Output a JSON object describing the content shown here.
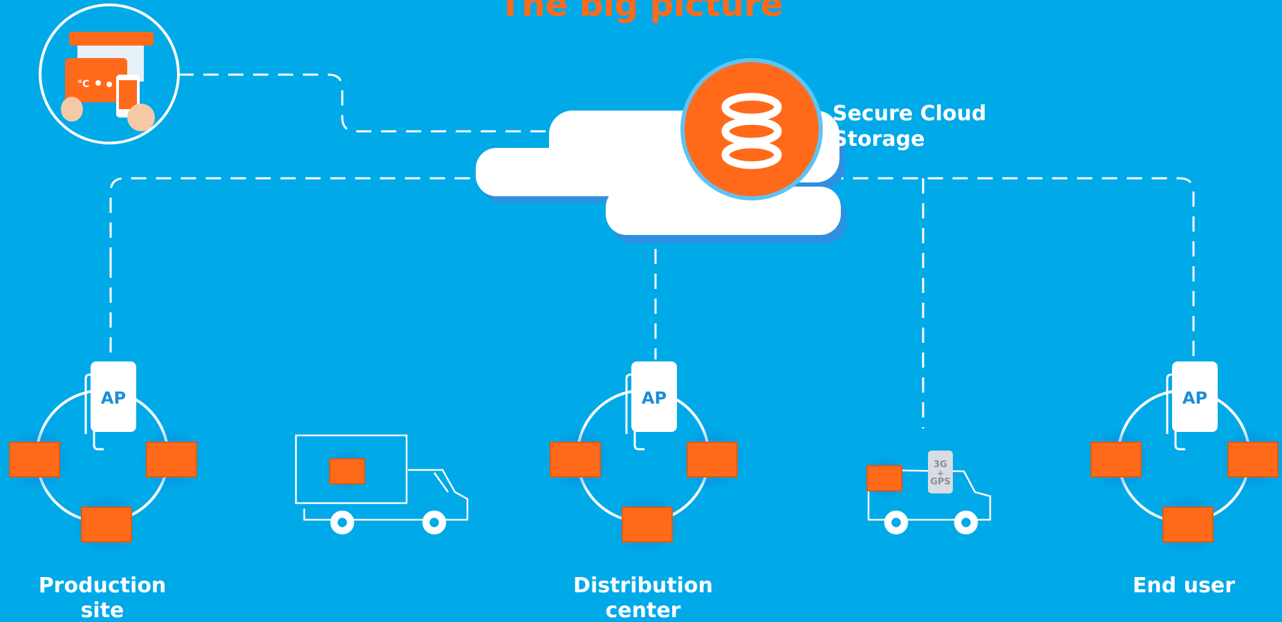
{
  "title": "The big picture",
  "cloud": {
    "label_line1": "Secure Cloud",
    "label_line2": "Storage",
    "icon": "database-icon"
  },
  "device": {
    "icon": "dashboard-devices-icon",
    "readouts": [
      "°C",
      "•",
      "•"
    ]
  },
  "sites": [
    {
      "id": "production",
      "line1": "Production",
      "line2": "site",
      "ap_label": "AP"
    },
    {
      "id": "distribution",
      "line1": "Distribution",
      "line2": "center",
      "ap_label": "AP"
    },
    {
      "id": "enduser",
      "line1": "End user",
      "line2": "",
      "ap_label": "AP"
    }
  ],
  "trucks": [
    {
      "id": "truck-1",
      "icon": "truck-icon"
    },
    {
      "id": "truck-2",
      "icon": "van-icon",
      "gateway_line1": "3G",
      "gateway_line2": "+",
      "gateway_line3": "GPS"
    }
  ],
  "colors": {
    "background": "#00a9e8",
    "accent": "#ff6a1a",
    "line": "#ffffff",
    "ap_text": "#1a8fd6",
    "cloud_shadow": "#2f8fe0"
  }
}
